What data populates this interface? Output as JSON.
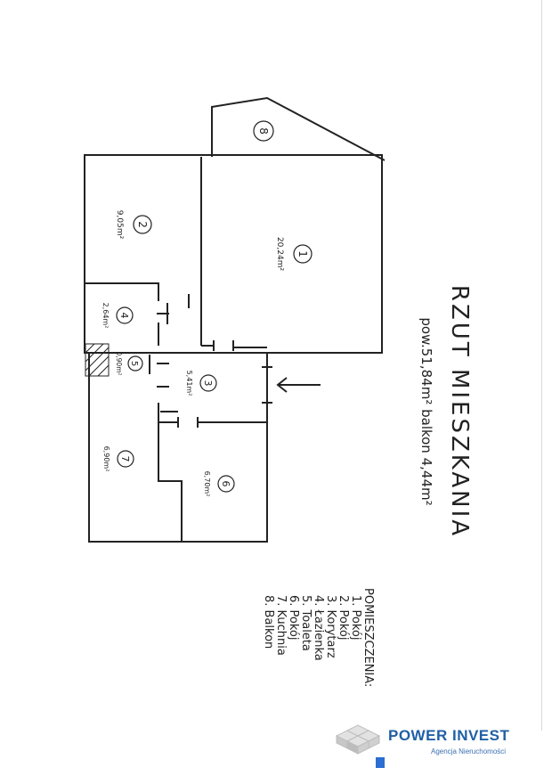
{
  "plan": {
    "title": "RZUT MIESZKANIA",
    "area_line": "pow.51,84m² balkon 4,44m²"
  },
  "rooms": [
    {
      "number": "1",
      "area": "20,24m²"
    },
    {
      "number": "2",
      "area": "9,05m²"
    },
    {
      "number": "3",
      "area": "5,41m²"
    },
    {
      "number": "4",
      "area": "2,64m²"
    },
    {
      "number": "5",
      "area": "0,90m²"
    },
    {
      "number": "6",
      "area": "6,70m²"
    },
    {
      "number": "7",
      "area": "6,90m²"
    },
    {
      "number": "8",
      "area": ""
    }
  ],
  "legend": {
    "heading": "POMIESZCZENIA:",
    "items": [
      "1. Pokój",
      "2. Pokój",
      "3. Korytarz",
      "4. Łazienka",
      "5. Toaleta",
      "6. Pokój",
      "7. Kuchnia",
      "8. Balkon"
    ]
  },
  "branding": {
    "name_word1": "POWER",
    "name_word2": "INVEST",
    "tagline": "Agencja Nieruchomości",
    "color_primary": "#1f5fa6",
    "logo_icon": "stacked-cubes-icon"
  },
  "colors": {
    "ink": "#222222",
    "paper": "#ffffff"
  }
}
